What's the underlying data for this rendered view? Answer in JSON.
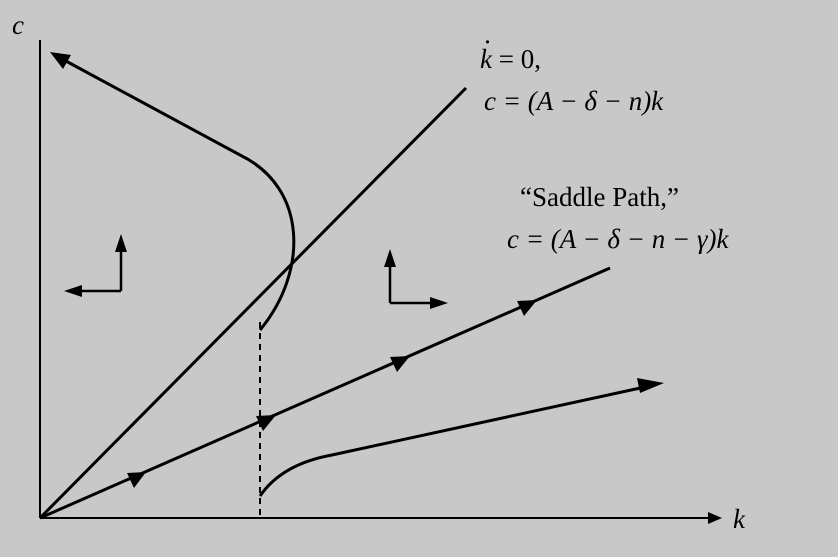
{
  "axes": {
    "y_label": "c",
    "x_label": "k"
  },
  "kdot_locus": {
    "line1_var": "k",
    "line1_rest": " = 0,",
    "line2": "c = (A − δ − n)k"
  },
  "saddle_path": {
    "title": "“Saddle Path,”",
    "line2": "c = (A − δ − n − γ)k"
  },
  "colors": {
    "background": "#c8c8c8",
    "ink": "#000000"
  }
}
